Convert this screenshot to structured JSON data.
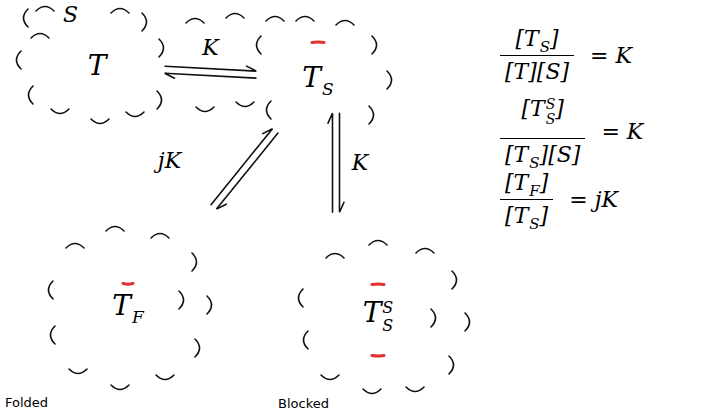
{
  "diagram": {
    "nodes": [
      {
        "text": [
          "T"
        ]
      },
      {
        "text": [
          "T",
          "S"
        ]
      },
      {
        "text": [
          "Folded"
        ]
      },
      {
        "text": [
          "T",
          "F"
        ],
        "in": 2
      },
      {
        "text": [
          "Blocked"
        ]
      },
      {
        "text": [
          "T",
          "S",
          "S"
        ],
        "in": 4
      }
    ],
    "edges": [
      {
        "from": 0,
        "to": 1,
        "arrow": "both",
        "label": "K"
      },
      {
        "from": 1,
        "to": 2,
        "arrow": "both",
        "label": "jK"
      },
      {
        "from": 1,
        "to": 4,
        "arrow": "both",
        "label": "K"
      }
    ],
    "labels": [
      "S",
      "[T",
      "S",
      "]",
      "[T][S]",
      "= K",
      "[T",
      "S",
      "S",
      "]",
      "[T",
      "S",
      "][S]",
      "= K",
      "[T",
      "F",
      "]",
      "[T",
      "S",
      "]",
      "= jK"
    ]
  }
}
